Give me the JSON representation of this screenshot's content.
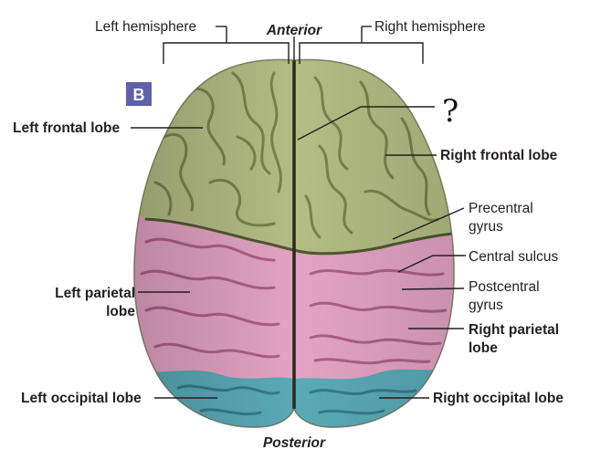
{
  "panel_badge": "B",
  "top": {
    "left_hemisphere": "Left hemisphere",
    "anterior": "Anterior",
    "right_hemisphere": "Right hemisphere"
  },
  "bottom": {
    "posterior": "Posterior"
  },
  "question_mark": "?",
  "left_labels": {
    "frontal": "Left frontal lobe",
    "parietal_line1": "Left parietal",
    "parietal_line2": "lobe",
    "occipital": "Left occipital lobe"
  },
  "right_labels": {
    "frontal": "Right frontal lobe",
    "precentral_line1": "Precentral",
    "precentral_line2": "gyrus",
    "central_sulcus": "Central sulcus",
    "postcentral_line1": "Postcentral",
    "postcentral_line2": "gyrus",
    "parietal_line1": "Right parietal",
    "parietal_line2": "lobe",
    "occipital": "Right occipital lobe"
  },
  "colors": {
    "frontal": "#b4bd84",
    "frontal_dark": "#6e7a42",
    "parietal": "#e4a3c4",
    "parietal_dark": "#a24d7a",
    "occipital": "#5aaab8",
    "occipital_dark": "#2f6f80",
    "badge": "#5e60a8"
  }
}
